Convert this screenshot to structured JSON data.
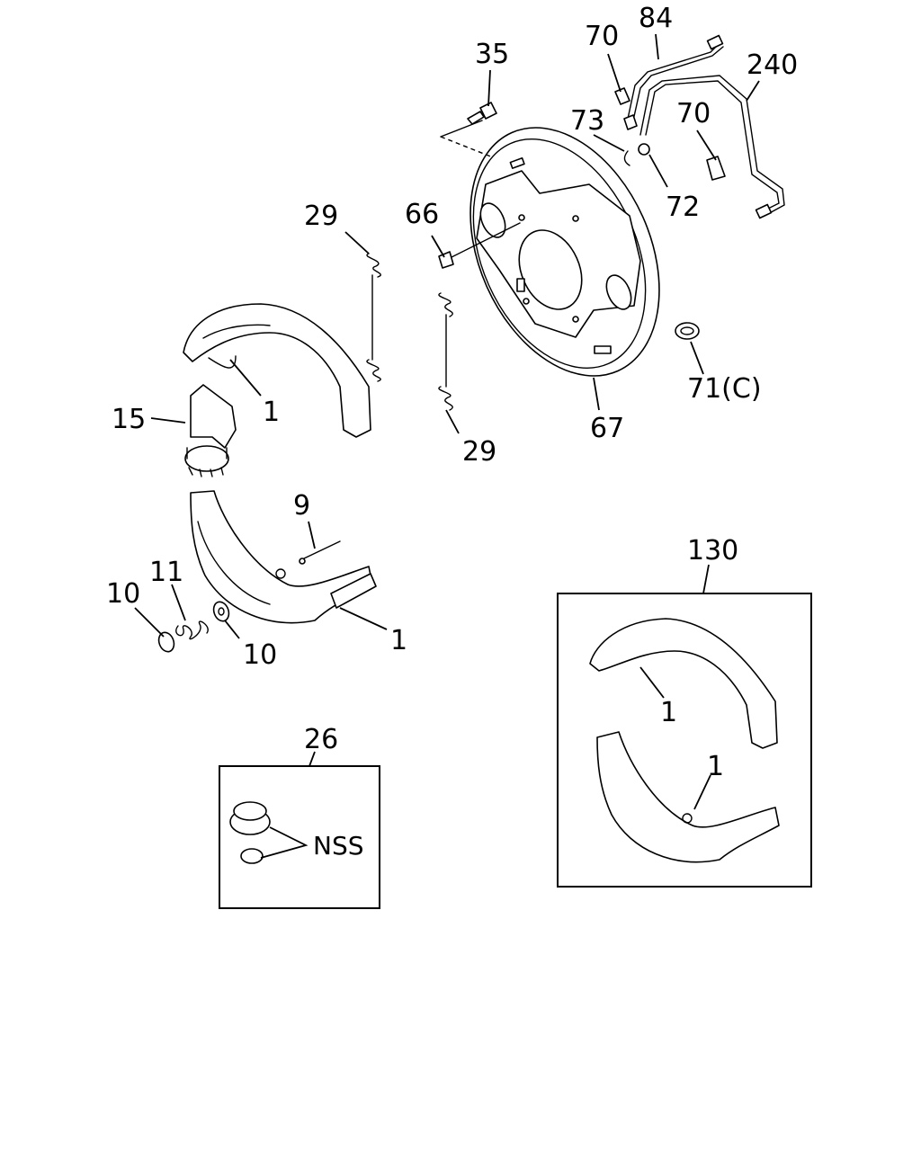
{
  "callouts": {
    "c35": "35",
    "c70a": "70",
    "c84": "84",
    "c240": "240",
    "c73": "73",
    "c70b": "70",
    "c72": "72",
    "c29a": "29",
    "c66": "66",
    "c29b": "29",
    "c71": "71(C)",
    "c67": "67",
    "c1a": "1",
    "c15": "15",
    "c9": "9",
    "c11": "11",
    "c10a": "10",
    "c10b": "10",
    "c1b": "1",
    "c130": "130",
    "c1c": "1",
    "c1d": "1",
    "c26": "26",
    "nss": "NSS"
  }
}
